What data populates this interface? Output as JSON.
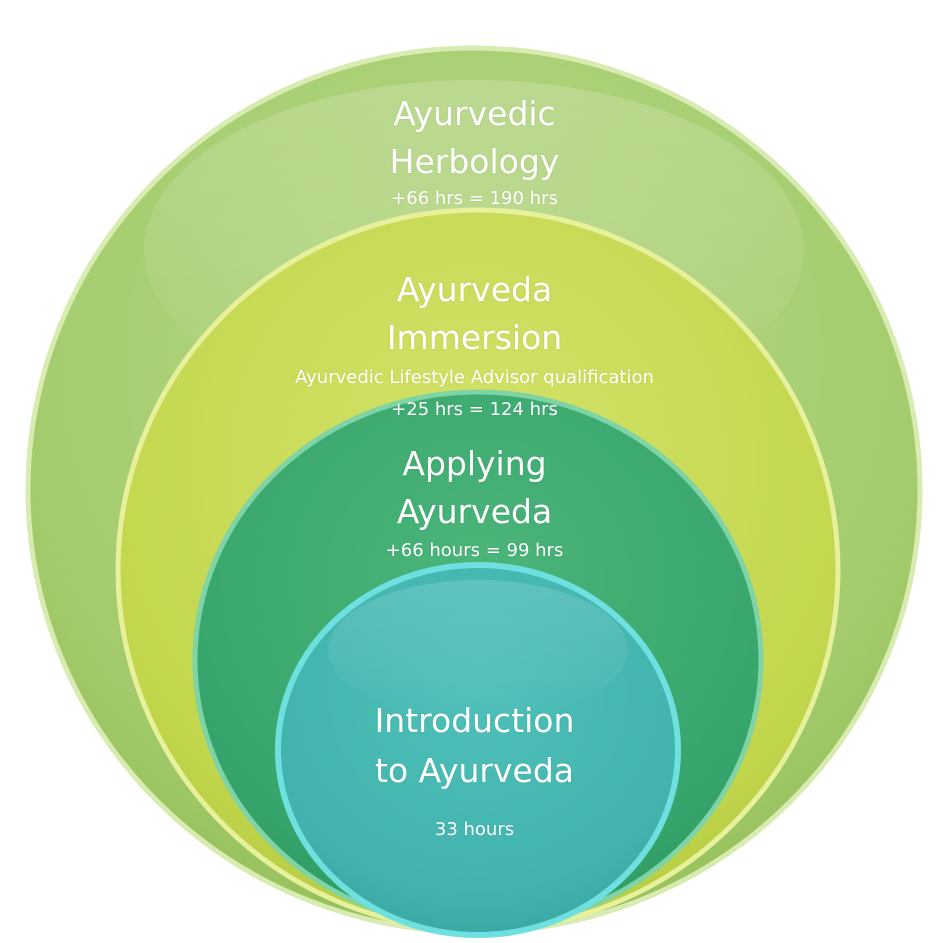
{
  "diagram": {
    "rings": [
      {
        "title_line1": "Ayurvedic",
        "title_line2": "Herbology",
        "detail": "+66 hrs = 190 hrs",
        "color": "#a5cd6a"
      },
      {
        "title_line1": "Ayurveda",
        "title_line2": "Immersion",
        "qualification": "Ayurvedic Lifestyle Advisor qualification",
        "detail": "+25 hrs = 124 hrs",
        "color": "#c5d84e"
      },
      {
        "title_line1": "Applying",
        "title_line2": "Ayurveda",
        "detail": "+66 hours = 99 hrs",
        "color": "#3aa870"
      },
      {
        "title_line1": "Introduction",
        "title_line2": "to Ayurveda",
        "detail": "33 hours",
        "color": "#43b5b0"
      }
    ]
  }
}
